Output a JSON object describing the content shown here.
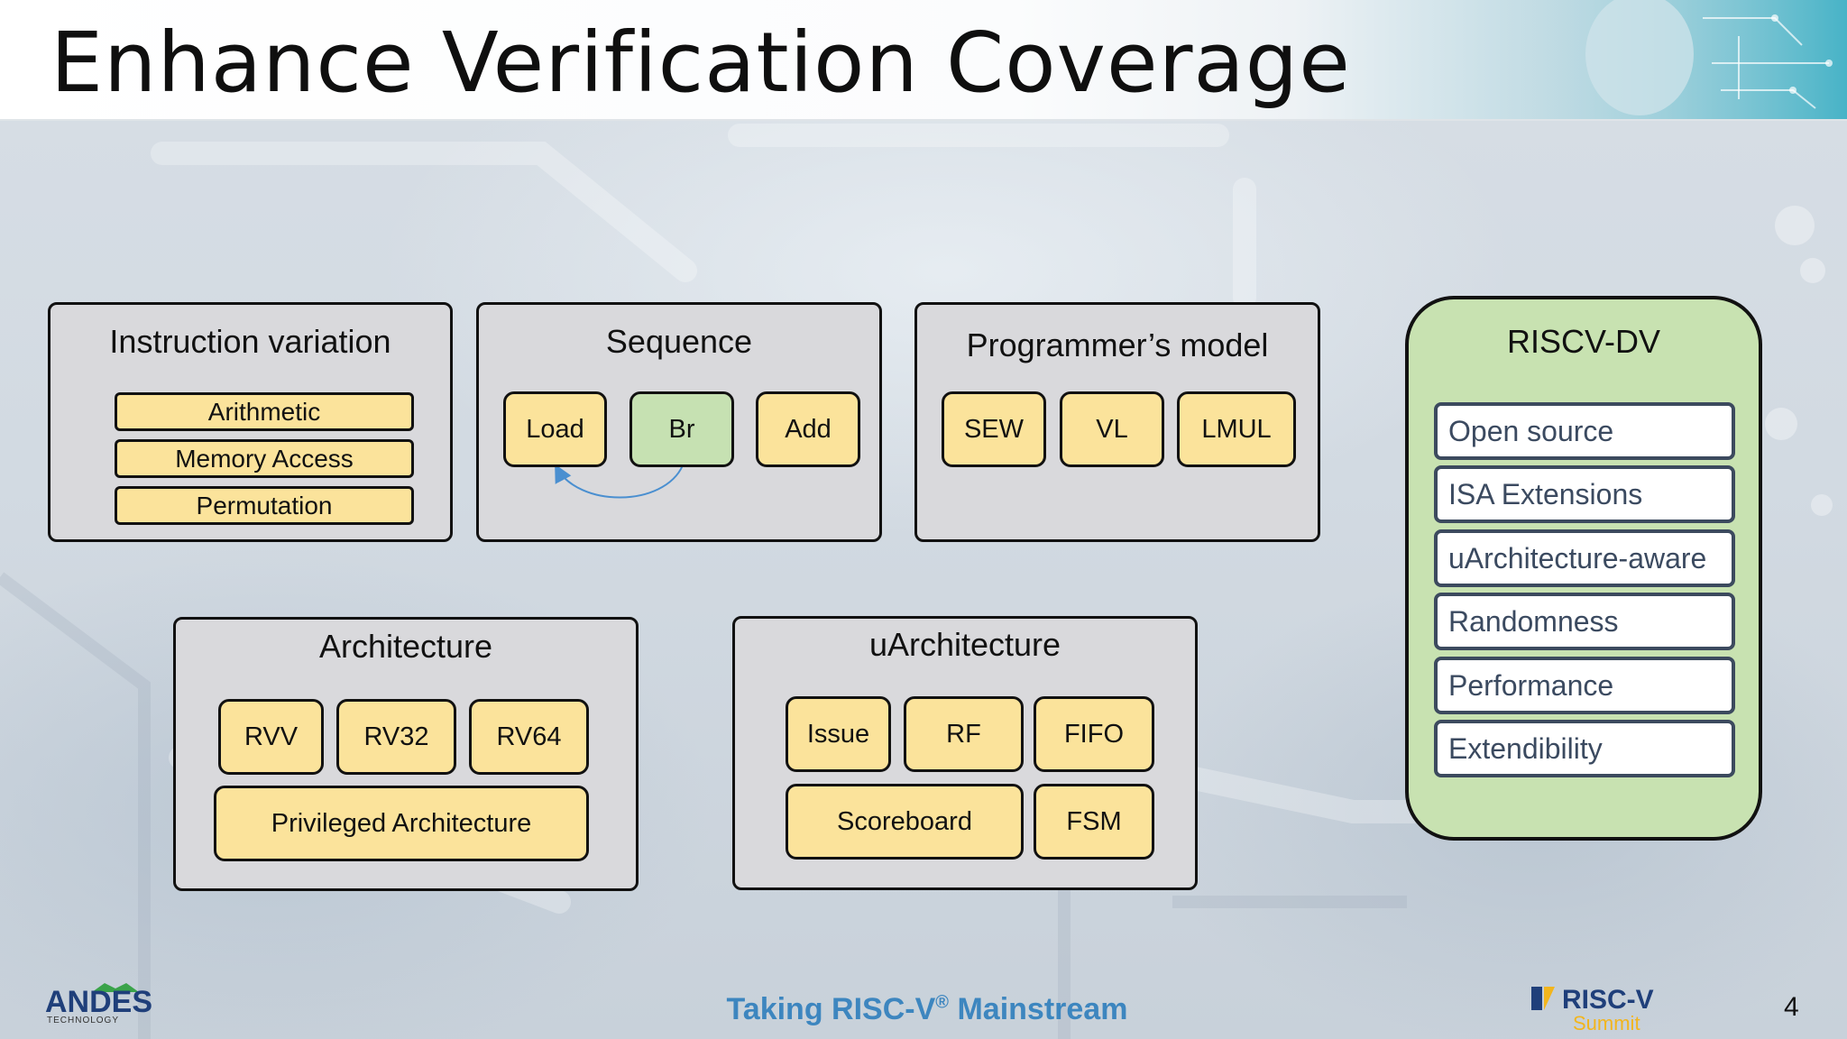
{
  "slide": {
    "title": "Enhance Verification Coverage",
    "page_number": "4"
  },
  "panels": {
    "instruction_variation": {
      "title": "Instruction variation",
      "items": [
        "Arithmetic",
        "Memory Access",
        "Permutation"
      ]
    },
    "sequence": {
      "title": "Sequence",
      "items": [
        "Load",
        "Br",
        "Add"
      ]
    },
    "programmers_model": {
      "title": "Programmer’s model",
      "items": [
        "SEW",
        "VL",
        "LMUL"
      ]
    },
    "architecture": {
      "title": "Architecture",
      "items": [
        "RVV",
        "RV32",
        "RV64",
        "Privileged Architecture"
      ]
    },
    "uarchitecture": {
      "title": "uArchitecture",
      "items": [
        "Issue",
        "RF",
        "FIFO",
        "Scoreboard",
        "FSM"
      ]
    }
  },
  "riscv_dv": {
    "title": "RISCV-DV",
    "items": [
      "Open source",
      "ISA Extensions",
      "uArchitecture-aware",
      "Randomness",
      "Performance",
      "Extendibility"
    ]
  },
  "footer": {
    "logo_text": "ANDES",
    "logo_subtext": "TECHNOLOGY",
    "tagline_prefix": "Taking RISC-V",
    "tagline_reg": "®",
    "tagline_suffix": " Mainstream",
    "summit_brand": "RISC-V",
    "summit_label": "Summit"
  },
  "colors": {
    "chip_yellow": "#fbe39b",
    "chip_green": "#c6e1b2",
    "panel_gray": "#d9d9dc",
    "riscv_green": "#c8e2b1",
    "footer_blue": "#3d86bf",
    "arrow_blue": "#4a8fd0"
  }
}
